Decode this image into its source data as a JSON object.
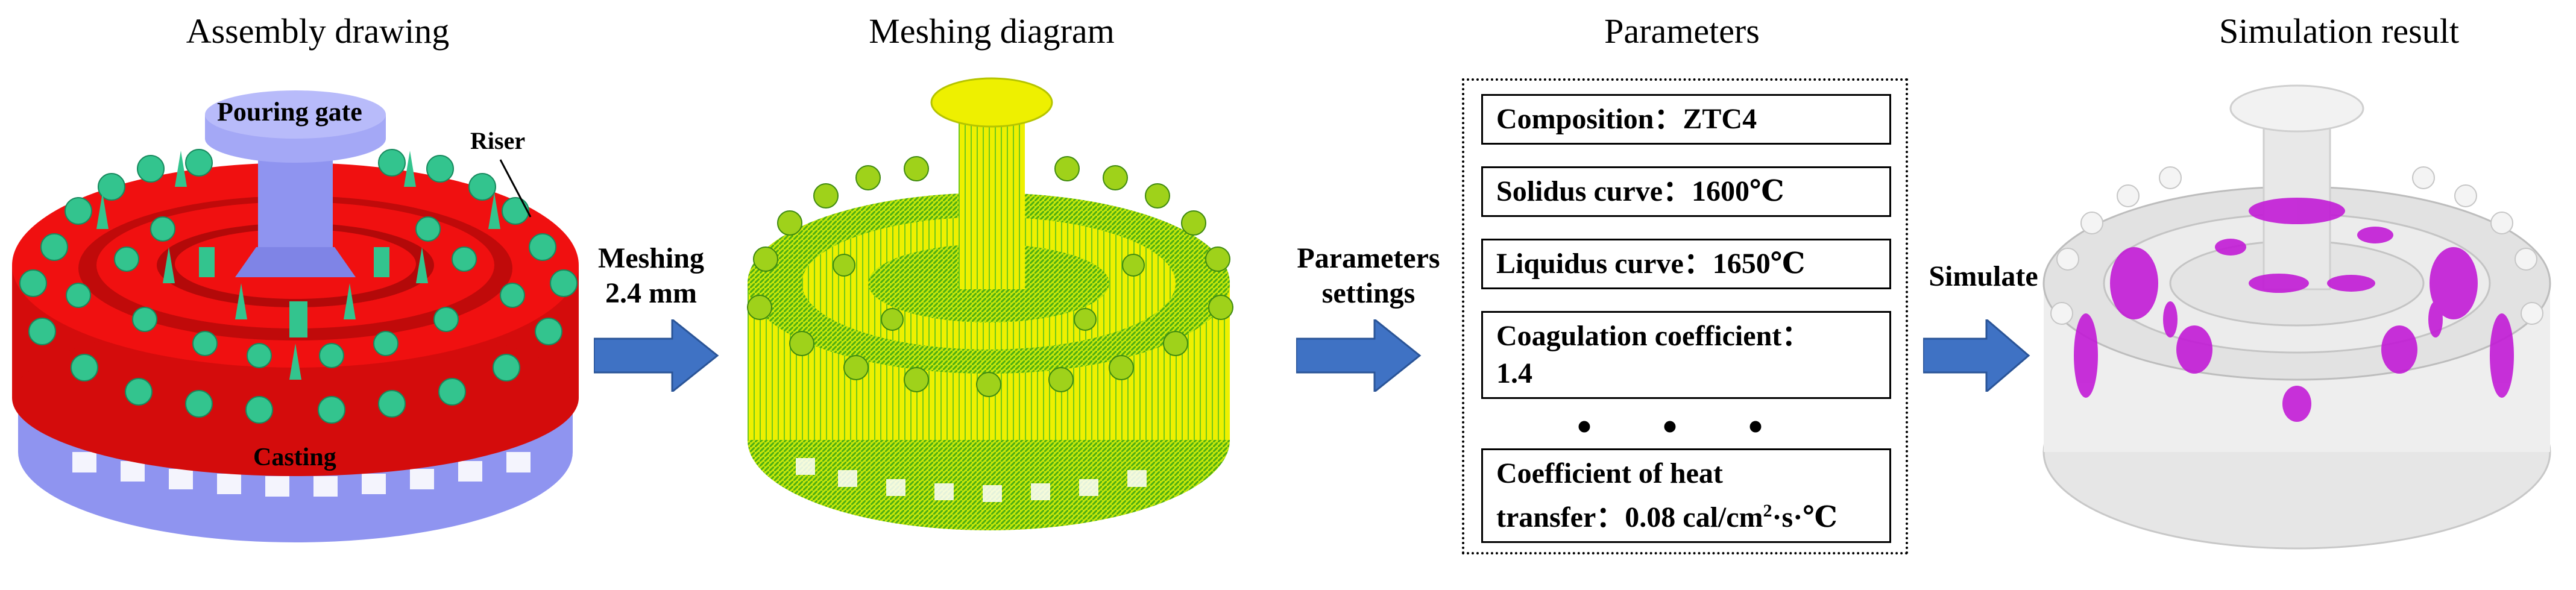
{
  "headings": {
    "assembly": "Assembly drawing",
    "meshing": "Meshing diagram",
    "parameters": "Parameters",
    "simulation": "Simulation result"
  },
  "assembly_labels": {
    "pouring_gate": "Pouring gate",
    "riser": "Riser",
    "casting": "Casting"
  },
  "arrows": {
    "meshing_line1": "Meshing",
    "meshing_line2": "2.4 mm",
    "params_line1": "Parameters",
    "params_line2": "settings",
    "simulate": "Simulate"
  },
  "parameters": {
    "composition": "Composition：ZTC4",
    "solidus": "Solidus curve：1600℃",
    "liquidus": "Liquidus curve：1650℃",
    "coag_line1": "Coagulation coefficient：",
    "coag_line2": "1.4",
    "ellipsis": "• • •",
    "heat_line1": "Coefficient of heat",
    "heat_line2_prefix": "transfer：0.08 cal/cm",
    "heat_sup": "2",
    "heat_line2_suffix": "·s·℃"
  },
  "colors": {
    "casting_red": "#f01010",
    "gate_blue": "#8f94f0",
    "riser_green": "#33c48e",
    "mesh_yellow": "#eef000",
    "mesh_green": "#6fc81a",
    "arrow_blue": "#3f72c4",
    "sim_magenta": "#c21bd6",
    "sim_gray": "#d6d6d6"
  }
}
